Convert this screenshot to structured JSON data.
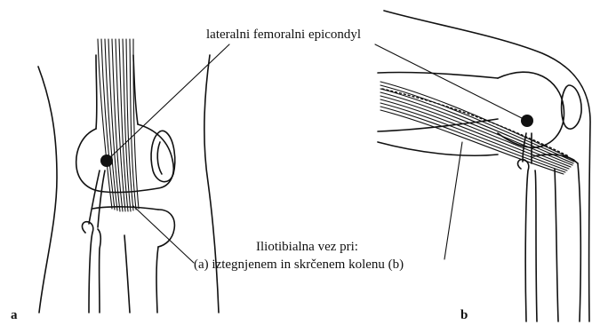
{
  "labels": {
    "epicondyle": "lateralni femoralni epicondyl",
    "caption_line1": "Iliotibialna vez pri:",
    "caption_line2": "(a) iztegnjenem in skrčenem kolenu (b)"
  },
  "panels": {
    "a": "a",
    "b": "b"
  }
}
